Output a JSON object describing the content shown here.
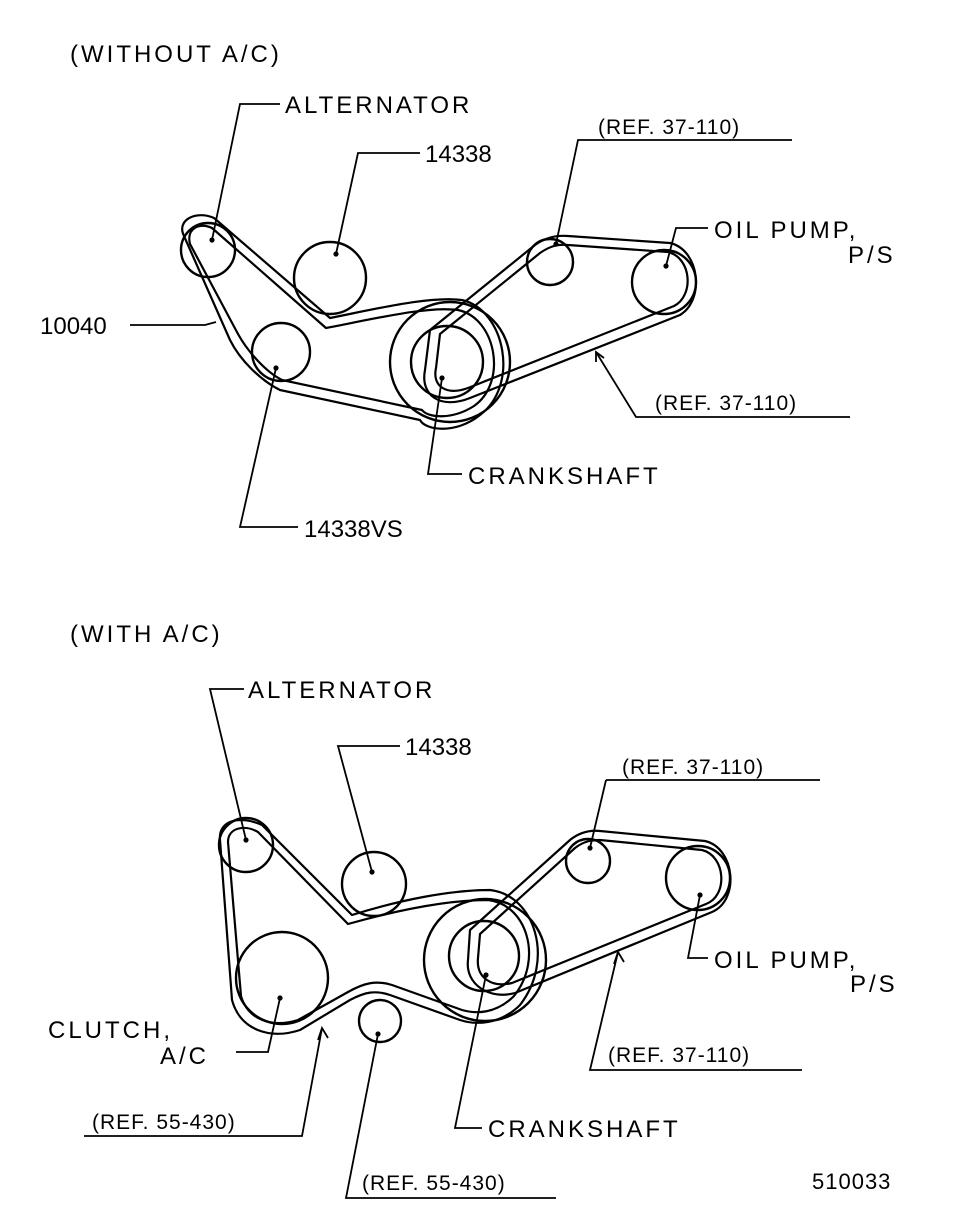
{
  "top": {
    "title": "(WITHOUT A/C)",
    "alternator": "ALTERNATOR",
    "part_14338": "14338",
    "ref_upper": "(REF. 37-110)",
    "oil_pump_line1": "OIL PUMP,",
    "oil_pump_line2": "P/S",
    "part_10040": "10040",
    "ref_lower": "(REF. 37-110)",
    "crankshaft": "CRANKSHAFT",
    "part_14338vs": "14338VS"
  },
  "bottom": {
    "title": "(WITH A/C)",
    "alternator": "ALTERNATOR",
    "part_14338": "14338",
    "ref_upper": "(REF. 37-110)",
    "oil_pump_line1": "OIL PUMP,",
    "oil_pump_line2": "P/S",
    "clutch_line1": "CLUTCH,",
    "clutch_line2": "A/C",
    "ref_mid": "(REF. 37-110)",
    "ref_left": "(REF. 55-430)",
    "crankshaft": "CRANKSHAFT",
    "ref_bottom": "(REF. 55-430)"
  },
  "figure_id": "510033"
}
